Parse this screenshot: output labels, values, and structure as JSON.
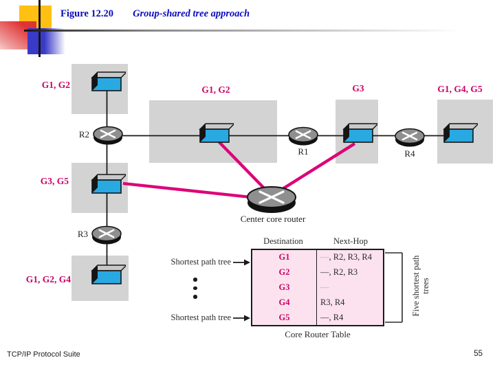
{
  "header": {
    "figure_label": "Figure 12.20",
    "figure_title": "Group-shared tree approach"
  },
  "diagram": {
    "lan_labels": [
      "G1, G2",
      "G1, G2",
      "G3",
      "G1, G4, G5",
      "G3, G5",
      "G1, G2, G4"
    ],
    "router_labels": {
      "r1": "R1",
      "r2": "R2",
      "r3": "R3",
      "r4": "R4"
    },
    "core_router_label": "Center core router",
    "shortest_path_label": "Shortest path tree",
    "bracket_label": {
      "line1": "Five shortest path",
      "line2": "trees"
    },
    "icons": {
      "router": "crossed-disk-router-icon",
      "core_router": "large-crossed-disk-router-icon",
      "host": "blue-3d-lan-host-icon"
    }
  },
  "core_table": {
    "columns": [
      "Destination",
      "Next-Hop"
    ],
    "rows": [
      {
        "dest": "G1",
        "hop_light": "—",
        "hop": ", R2, R3, R4"
      },
      {
        "dest": "G2",
        "hop_light": "",
        "hop": "—, R2, R3"
      },
      {
        "dest": "G3",
        "hop_light": "—",
        "hop": ""
      },
      {
        "dest": "G4",
        "hop_light": "",
        "hop": "R3, R4"
      },
      {
        "dest": "G5",
        "hop_light": "",
        "hop": "—, R4"
      }
    ],
    "caption": "Core Router Table"
  },
  "footer": {
    "left": "TCP/IP Protocol Suite",
    "page_number": "55"
  },
  "colors": {
    "title_blue": "#0b0bbf",
    "group_magenta": "#cc0066",
    "tree_line_magenta": "#de0078",
    "lan_gray": "#d3d3d3",
    "host_blue": "#29a9e1",
    "table_pink": "#fbe2ee"
  }
}
